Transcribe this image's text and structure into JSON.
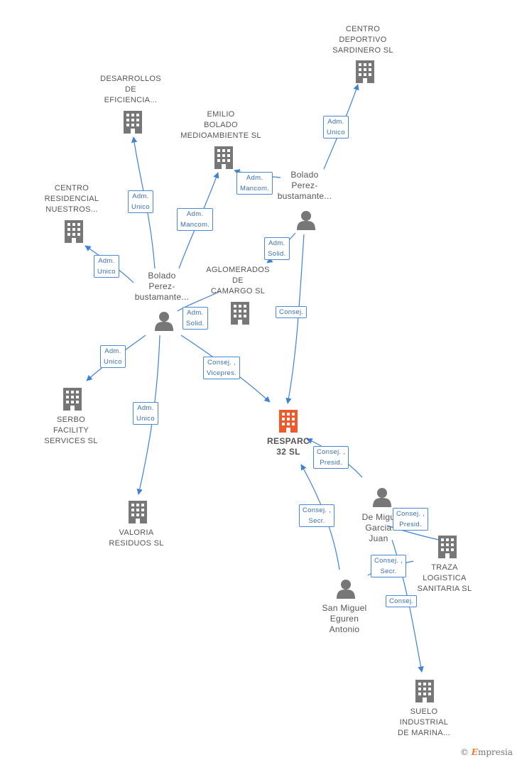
{
  "colors": {
    "edge": "#3f82d4",
    "building": "#777777",
    "building_center": "#f05a2a",
    "person": "#777777"
  },
  "nodes": {
    "centro_deportivo": {
      "lines": [
        "CENTRO",
        "DEPORTIVO",
        "SARDINERO SL"
      ],
      "icon": "building-icon"
    },
    "desarrollos": {
      "lines": [
        "DESARROLLOS",
        "DE",
        "EFICIENCIA..."
      ],
      "icon": "building-icon"
    },
    "emilio": {
      "lines": [
        "EMILIO",
        "BOLADO",
        "MEDIOAMBIENTE SL"
      ],
      "icon": "building-icon"
    },
    "centro_residencial": {
      "lines": [
        "CENTRO",
        "RESIDENCIAL",
        "NUESTROS..."
      ],
      "icon": "building-icon"
    },
    "bolado_right": {
      "lines": [
        "Bolado",
        "Perez-",
        "bustamante..."
      ],
      "icon": "person-icon"
    },
    "bolado_left": {
      "lines": [
        "Bolado",
        "Perez-",
        "bustamante..."
      ],
      "icon": "person-icon"
    },
    "aglomerados": {
      "lines": [
        "AGLOMERADOS",
        "DE",
        "CAMARGO SL"
      ],
      "icon": "building-icon"
    },
    "serbo": {
      "lines": [
        "SERBO",
        "FACILITY",
        "SERVICES SL"
      ],
      "icon": "building-icon"
    },
    "resparc": {
      "lines": [
        "RESPARC",
        "32 SL"
      ],
      "icon": "building-icon"
    },
    "valoria": {
      "lines": [
        "VALORIA",
        "RESIDUOS SL"
      ],
      "icon": "building-icon"
    },
    "de_miguel": {
      "lines": [
        "De Migu",
        "Garcia",
        "Juan"
      ],
      "icon": "person-icon"
    },
    "traza": {
      "lines": [
        "TRAZA",
        "LOGISTICA",
        "SANITARIA SL"
      ],
      "icon": "building-icon"
    },
    "san_miguel": {
      "lines": [
        "San Miguel",
        "Eguren",
        "Antonio"
      ],
      "icon": "person-icon"
    },
    "suelo": {
      "lines": [
        "SUELO",
        "INDUSTRIAL",
        "DE MARINA..."
      ],
      "icon": "building-icon"
    }
  },
  "edge_labels": {
    "e1": [
      "Adm.",
      "Unico"
    ],
    "e2": [
      "Adm.",
      "Mancom."
    ],
    "e3": [
      "Adm.",
      "Unico"
    ],
    "e4": [
      "Adm.",
      "Mancom."
    ],
    "e5": [
      "Adm.",
      "Unico"
    ],
    "e6": [
      "Adm.",
      "Solid."
    ],
    "e7": [
      "Consej."
    ],
    "e8": [
      "Adm.",
      "Solid."
    ],
    "e9": [
      "Adm.",
      "Unico"
    ],
    "e10": [
      "Consej. ,",
      "Vicepres."
    ],
    "e11": [
      "Adm.",
      "Unico"
    ],
    "e12": [
      "Consej. ,",
      "Presid."
    ],
    "e13": [
      "Consej. ,",
      "Secr."
    ],
    "e14": [
      "Consej. ,",
      "Presid."
    ],
    "e15": [
      "Consej. ,",
      "Secr."
    ],
    "e16": [
      "Consej."
    ]
  },
  "branding": {
    "copyright": "©",
    "e_letter": "E",
    "name_rest": "mpresia"
  }
}
